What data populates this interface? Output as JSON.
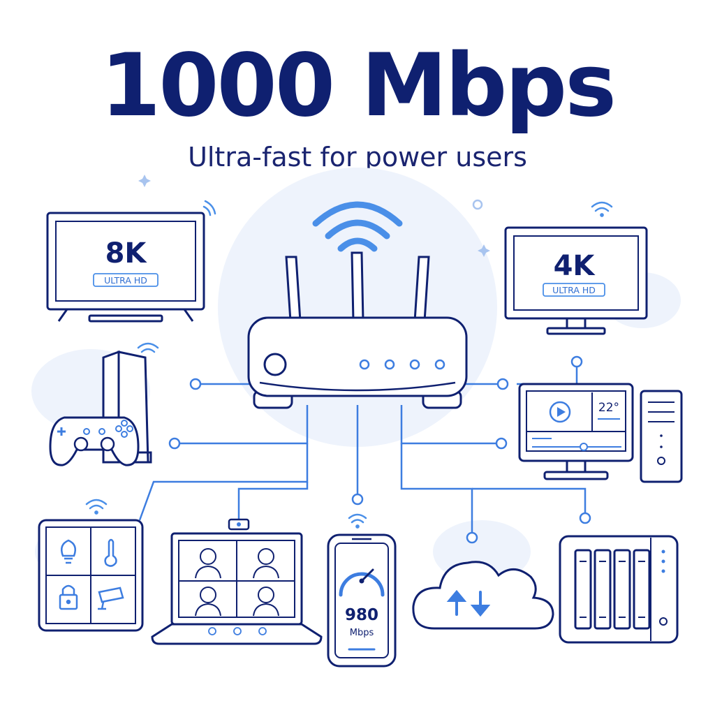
{
  "header": {
    "title": "1000 Mbps",
    "subtitle": "Ultra-fast for power users"
  },
  "devices": {
    "tv_8k": {
      "resolution": "8K",
      "badge": "ULTRA HD"
    },
    "monitor_4k": {
      "resolution": "4K",
      "badge": "ULTRA HD"
    },
    "desktop": {
      "temperature": "22°"
    },
    "phone": {
      "speed_value": "980",
      "speed_unit": "Mbps"
    }
  },
  "icons": [
    "wifi-icon",
    "router-icon",
    "tv-icon",
    "monitor-icon",
    "game-console-icon",
    "gamepad-icon",
    "desktop-pc-icon",
    "play-icon",
    "tablet-icon",
    "bulb-icon",
    "thermometer-icon",
    "lock-icon",
    "camera-icon",
    "laptop-icon",
    "webcam-icon",
    "mic-icon",
    "video-icon",
    "smartphone-icon",
    "speedometer-icon",
    "cloud-icon",
    "upload-download-icon",
    "nas-icon",
    "sparkle-icon"
  ],
  "colors": {
    "navy": "#0f2070",
    "line_blue": "#3d7de0",
    "accent_blue": "#4a8fe8",
    "soft_bg": "#eef3fc"
  }
}
